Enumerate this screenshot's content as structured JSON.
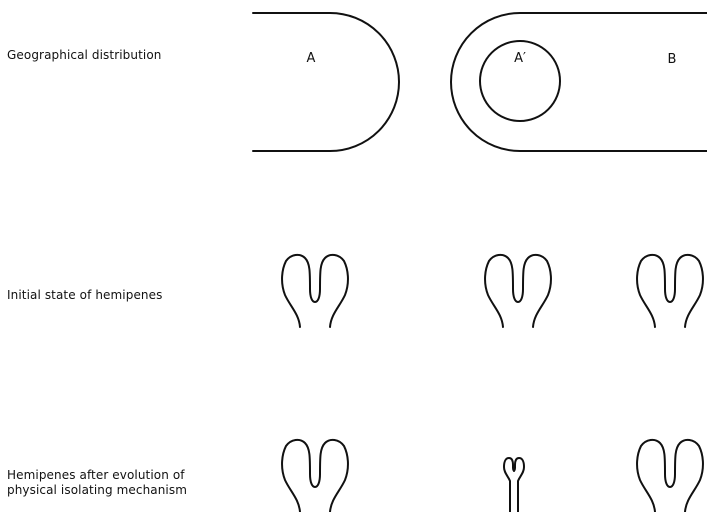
{
  "rows": {
    "geographical_distribution": "Geographical distribution",
    "initial_state": "Initial state of hemipenes",
    "after_evolution_line1": "Hemipenes after evolution of",
    "after_evolution_line2": "physical isolating mechanism"
  },
  "regions": {
    "a": "A",
    "a_prime": "A′",
    "b": "B"
  }
}
